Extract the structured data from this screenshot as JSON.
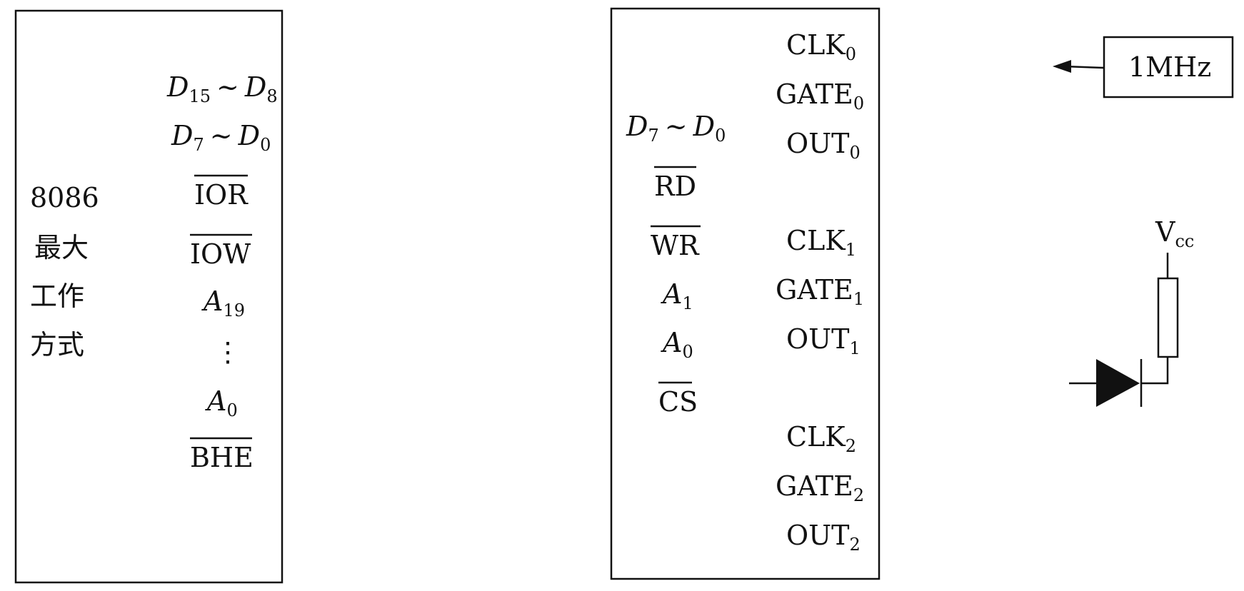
{
  "cpu": {
    "name": "8086",
    "mode_lines": [
      "最大",
      "工作",
      "方式"
    ],
    "data_high": {
      "a": "D",
      "a_sub": "15",
      "sep": "~",
      "b": "D",
      "b_sub": "8"
    },
    "data_low": {
      "a": "D",
      "a_sub": "7",
      "sep": "~",
      "b": "D",
      "b_sub": "0"
    },
    "ior": "IOR",
    "iow": "IOW",
    "a19": {
      "base": "A",
      "sub": "19"
    },
    "ellipsis": "⋮",
    "a0": {
      "base": "A",
      "sub": "0"
    },
    "bhe": "BHE"
  },
  "timer": {
    "data": {
      "a": "D",
      "a_sub": "7",
      "sep": "~",
      "b": "D",
      "b_sub": "0"
    },
    "rd": "RD",
    "wr": "WR",
    "a1": {
      "base": "A",
      "sub": "1"
    },
    "a0": {
      "base": "A",
      "sub": "0"
    },
    "cs": "CS",
    "channels": [
      {
        "clk": "CLK",
        "gate": "GATE",
        "out": "OUT",
        "sub": "0"
      },
      {
        "clk": "CLK",
        "gate": "GATE",
        "out": "OUT",
        "sub": "1"
      },
      {
        "clk": "CLK",
        "gate": "GATE",
        "out": "OUT",
        "sub": "2"
      }
    ]
  },
  "clock_source": {
    "label": "1MHz"
  },
  "led_circuit": {
    "vcc": "V",
    "vcc_sub": "cc"
  }
}
